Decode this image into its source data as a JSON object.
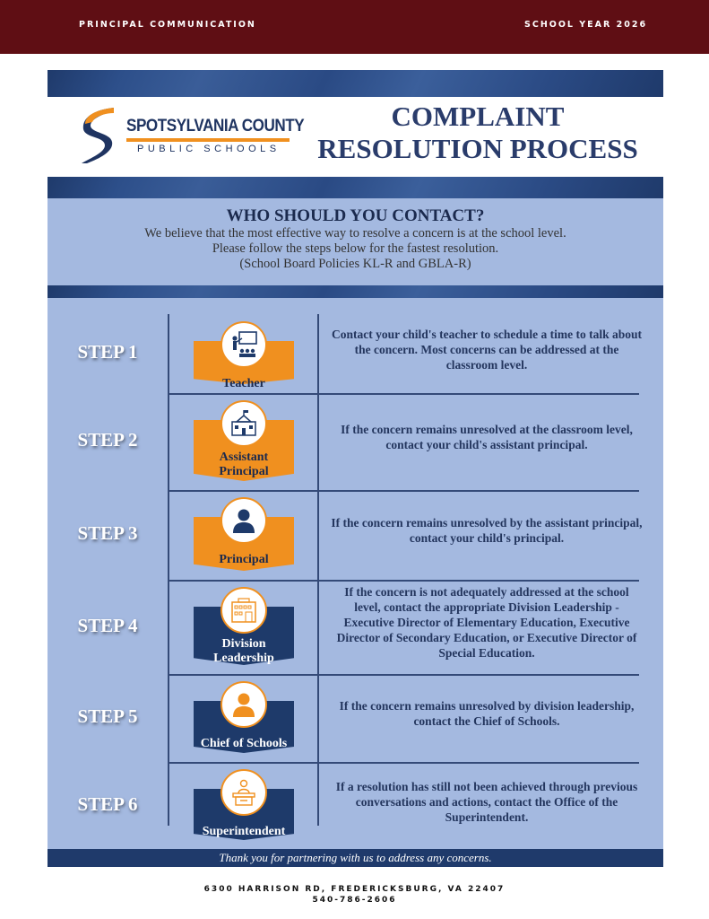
{
  "header": {
    "left": "PRINCIPAL COMMUNICATION",
    "right": "SCHOOL YEAR 2026"
  },
  "logo": {
    "line1": "SPOTSYLVANIA COUNTY",
    "line2": "PUBLIC SCHOOLS"
  },
  "title": {
    "line1": "COMPLAINT",
    "line2": "RESOLUTION PROCESS"
  },
  "intro": {
    "heading": "WHO SHOULD YOU CONTACT?",
    "line1": "We believe that the most effective way to resolve a concern is at the school level.",
    "line2": "Please follow the steps below for the fastest resolution.",
    "line3": "(School Board Policies KL-R and GBLA-R)"
  },
  "colors": {
    "orange": "#f0901f",
    "navy": "#1e3a6a"
  },
  "steps": [
    {
      "step": "STEP 1",
      "role": "Teacher",
      "icon": "teacher-icon",
      "style": "orange",
      "text": "Contact your child's teacher to schedule a time to talk about the concern. Most concerns can be addressed at the classroom level."
    },
    {
      "step": "STEP 2",
      "role": "Assistant Principal",
      "icon": "school-building-icon",
      "style": "orange",
      "text": "If the concern remains unresolved at the classroom level, contact your child's assistant principal."
    },
    {
      "step": "STEP 3",
      "role": "Principal",
      "icon": "person-icon",
      "style": "orange",
      "text": "If the concern remains unresolved by the assistant principal, contact your child's principal."
    },
    {
      "step": "STEP 4",
      "role": "Division Leadership",
      "icon": "office-building-icon",
      "style": "navy",
      "text": "If the concern is not adequately addressed at the school level, contact the appropriate Division Leadership - Executive Director of Elementary Education, Executive Director of Secondary Education, or Executive Director of Special Education."
    },
    {
      "step": "STEP 5",
      "role": "Chief of Schools",
      "icon": "person-icon",
      "style": "navy",
      "text": "If the concern remains unresolved by division leadership, contact the Chief of Schools."
    },
    {
      "step": "STEP 6",
      "role": "Superintendent",
      "icon": "podium-speaker-icon",
      "style": "navy",
      "text": "If a resolution has still not been achieved through previous conversations and actions, contact the Office of the Superintendent."
    }
  ],
  "footer_note": "Thank you for partnering with us to address any concerns.",
  "address": {
    "line1": "6300 HARRISON RD, FREDERICKSBURG, VA 22407",
    "phone": "540-786-2606"
  }
}
